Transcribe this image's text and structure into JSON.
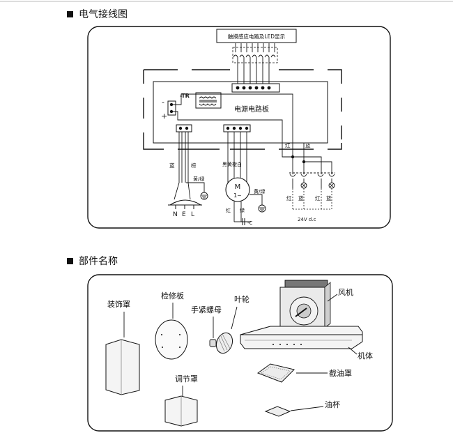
{
  "wiring": {
    "section_title": "电气接线图",
    "touch_board": "触摸感应电路及LED显示",
    "power_board": "电源电路板",
    "tr": "-TR",
    "minus": "-",
    "plus": "+",
    "wire_blue": "蓝",
    "wire_brown": "棕",
    "yellow_green": "黄/绿",
    "motor_wires": "黑黄橙白",
    "motor_m": "M",
    "motor_phase": "1~",
    "motor_ground": "黄/绿",
    "cap_red": "红",
    "cap_green": "绿",
    "cap_c": "-C",
    "n": "N",
    "e": "E",
    "l": "L",
    "lamp_red": "红",
    "lamp_blue": "蓝",
    "lamp_red_1": "红",
    "lamp_blue_1": "蓝",
    "lamp_red_2": "红",
    "lamp_blue_2": "蓝",
    "voltage": "24V d.c"
  },
  "parts": {
    "section_title": "部件名称",
    "decorative_cover": "装饰罩",
    "inspection_plate": "检修板",
    "hand_nut": "手紧螺母",
    "impeller": "叶轮",
    "fan": "风机",
    "body": "机体",
    "adjust_cover": "调节罩",
    "grease_filter": "截油罩",
    "oil_cup": "油杯"
  }
}
